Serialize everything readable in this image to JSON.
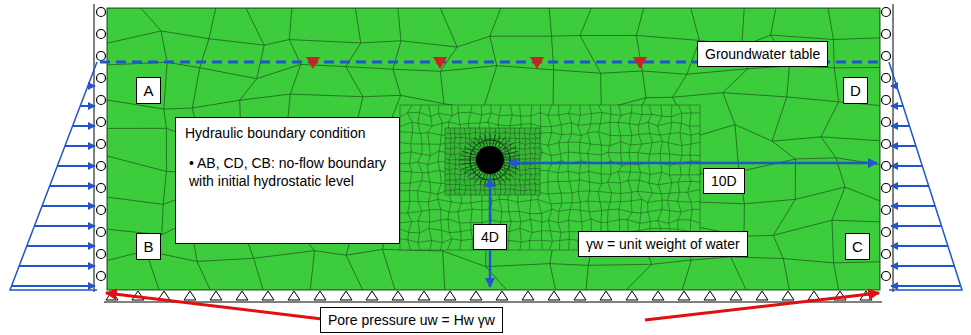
{
  "diagram": {
    "nodes": [
      {
        "text": [
          "Groundwater table"
        ]
      },
      {
        "text": [
          "A"
        ]
      },
      {
        "text": [
          "D"
        ]
      },
      {
        "text": [
          "Hydraulic boundary condition",
          "• AB, CD, CB: no-flow boundary with initial hydrostatic level"
        ]
      },
      {
        "text": [
          "10D"
        ]
      },
      {
        "text": [
          "4D"
        ]
      },
      {
        "text": [
          "B"
        ]
      },
      {
        "text": [
          "γw = unit weight of water"
        ]
      },
      {
        "text": [
          "C"
        ]
      },
      {
        "text": [
          "Pore pressure uw = Hw γw"
        ]
      }
    ]
  }
}
